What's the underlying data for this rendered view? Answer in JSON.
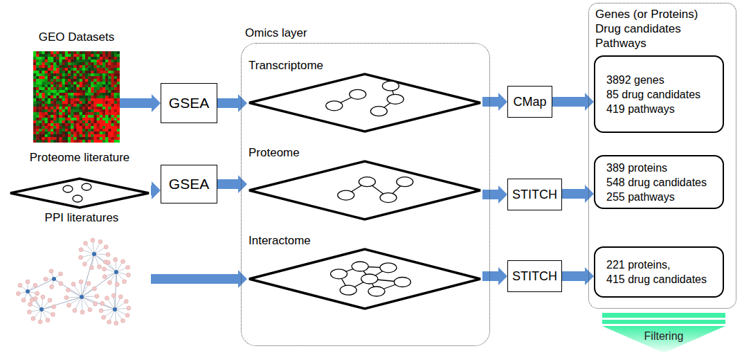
{
  "diagram": {
    "nodes": [
      {
        "text": [
          "GEO Datasets"
        ]
      },
      {
        "text": [
          "GSEA"
        ]
      },
      {
        "text": [
          "Proteome literature"
        ]
      },
      {
        "text": [
          "GSEA"
        ]
      },
      {
        "text": [
          "PPI literatures"
        ]
      },
      {
        "text": [
          "Omics layer"
        ]
      },
      {
        "text": [
          "Transcriptome"
        ],
        "in": 5
      },
      {
        "text": [
          "Proteome"
        ],
        "in": 5
      },
      {
        "text": [
          "Interactome"
        ],
        "in": 5
      },
      {
        "text": [
          "CMap"
        ]
      },
      {
        "text": [
          "STITCH"
        ]
      },
      {
        "text": [
          "STITCH"
        ]
      },
      {
        "text": [
          "Genes (or Proteins)",
          "Drug candidates",
          "Pathways"
        ]
      },
      {
        "text": [
          "3892 genes",
          "85 drug candidates",
          "419 pathways"
        ],
        "in": 12
      },
      {
        "text": [
          "389 proteins",
          "548 drug candidates",
          "255 pathways"
        ],
        "in": 12
      },
      {
        "text": [
          "221 proteins,",
          "415 drug candidates"
        ],
        "in": 12
      },
      {
        "text": [
          "Filtering"
        ]
      }
    ],
    "edges": [
      {
        "from": 0,
        "to": 1,
        "arrow": "to"
      },
      {
        "from": 1,
        "to": 6,
        "arrow": "to"
      },
      {
        "from": 2,
        "to": 3,
        "arrow": "to"
      },
      {
        "from": 3,
        "to": 7,
        "arrow": "to"
      },
      {
        "from": 4,
        "to": 8,
        "arrow": "to"
      },
      {
        "from": 6,
        "to": 9,
        "arrow": "to"
      },
      {
        "from": 9,
        "to": 13,
        "arrow": "to"
      },
      {
        "from": 7,
        "to": 10,
        "arrow": "to"
      },
      {
        "from": 10,
        "to": 14,
        "arrow": "to"
      },
      {
        "from": 8,
        "to": 11,
        "arrow": "to"
      },
      {
        "from": 11,
        "to": 15,
        "arrow": "to"
      }
    ]
  }
}
